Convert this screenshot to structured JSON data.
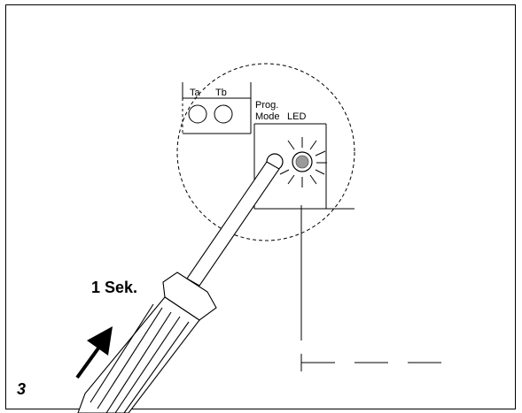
{
  "labels": {
    "terminal_a": "Ta",
    "terminal_b": "Tb",
    "prog_line1": "Prog.",
    "prog_line2": "Mode",
    "led": "LED",
    "duration": "1 Sek.",
    "figure_number": "3"
  }
}
